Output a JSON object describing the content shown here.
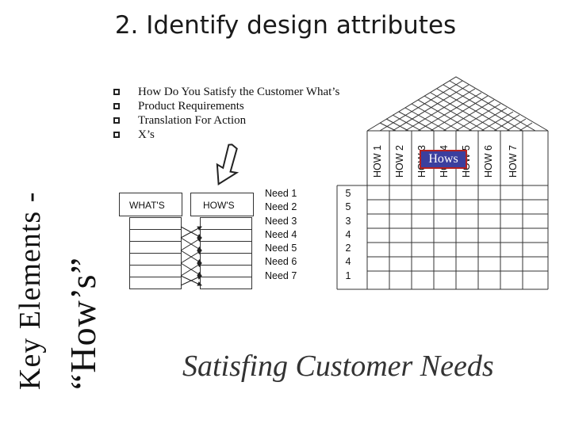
{
  "title": "2. Identify design attributes",
  "side_title_line1": "Key Elements -",
  "side_title_line2": "“How’s”",
  "bullets": [
    "How  Do You Satisfy the Customer What’s",
    "Product Requirements",
    "Translation For Action",
    "X’s"
  ],
  "small_diagram": {
    "whats_label": "WHAT'S",
    "hows_label": "HOW'S"
  },
  "matrix": {
    "hows": [
      "HOW 1",
      "HOW 2",
      "HOW 3",
      "HOW 4",
      "HOW 5",
      "HOW 6",
      "HOW 7"
    ],
    "hows_badge": "Hows",
    "needs": [
      {
        "label": "Need 1",
        "weight": "5"
      },
      {
        "label": "Need 2",
        "weight": "5"
      },
      {
        "label": "Need 3",
        "weight": "3"
      },
      {
        "label": "Need 4",
        "weight": "4"
      },
      {
        "label": "Need 5",
        "weight": "2"
      },
      {
        "label": "Need 6",
        "weight": "4"
      },
      {
        "label": "Need 7",
        "weight": "1"
      }
    ]
  },
  "footer": "Satisfing Customer Needs"
}
